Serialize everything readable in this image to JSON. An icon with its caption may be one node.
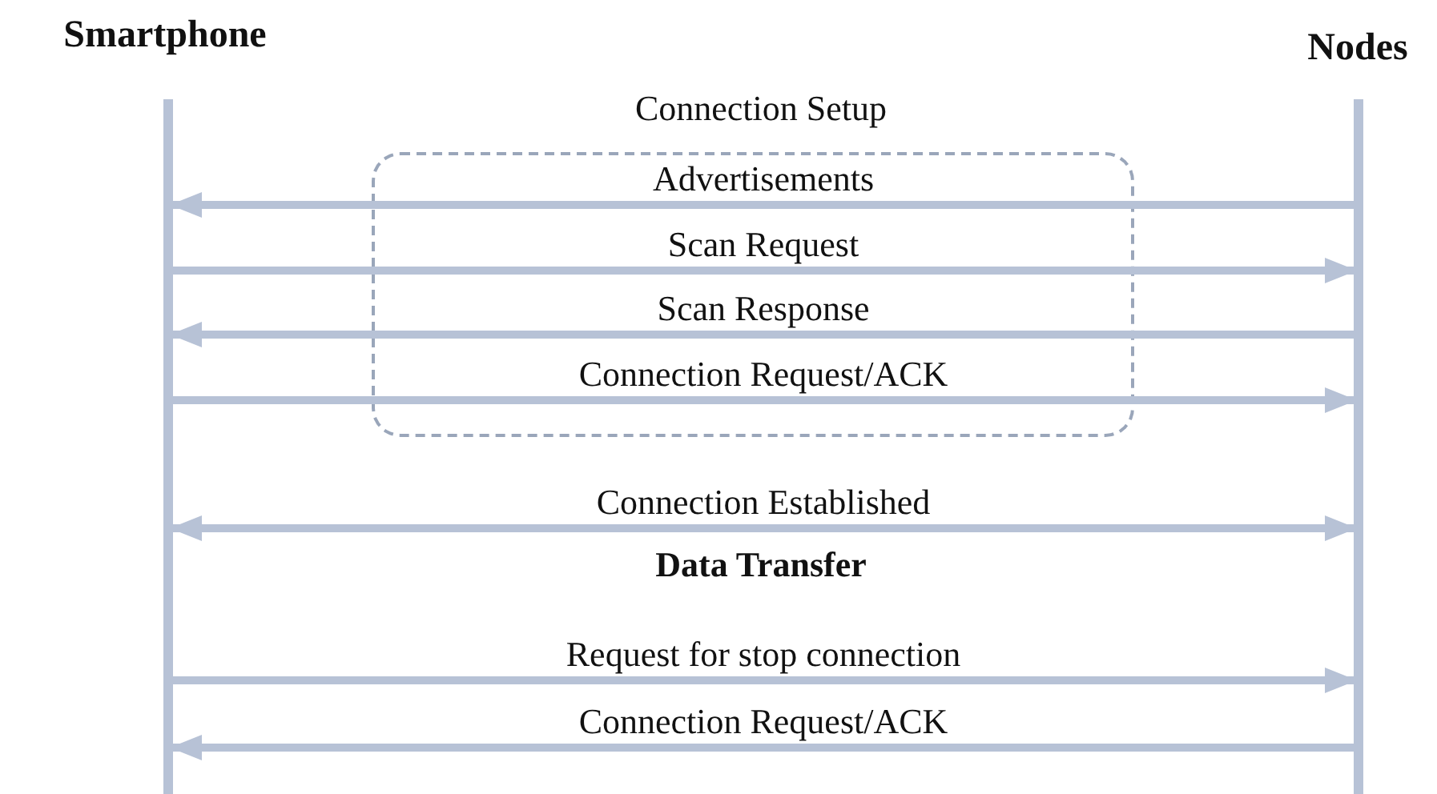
{
  "diagram": {
    "nodes": [
      {
        "text": [
          "Smartphone"
        ]
      },
      {
        "text": [
          "Nodes"
        ]
      }
    ],
    "edges": [
      {
        "from": 1,
        "to": 0,
        "arrow": "to",
        "label": "Advertisements"
      },
      {
        "from": 0,
        "to": 1,
        "arrow": "to",
        "label": "Scan Request"
      },
      {
        "from": 1,
        "to": 0,
        "arrow": "to",
        "label": "Scan Response"
      },
      {
        "from": 0,
        "to": 1,
        "arrow": "to",
        "label": "Connection Request/ACK"
      },
      {
        "from": 0,
        "to": 1,
        "arrow": "both",
        "label": "Connection Established"
      },
      {
        "from": 0,
        "to": 1,
        "arrow": "to",
        "label": "Request for stop connection"
      },
      {
        "from": 1,
        "to": 0,
        "arrow": "to",
        "label": "Connection Request/ACK"
      }
    ],
    "labels": [
      "Connection Setup",
      "Data Transfer"
    ]
  }
}
